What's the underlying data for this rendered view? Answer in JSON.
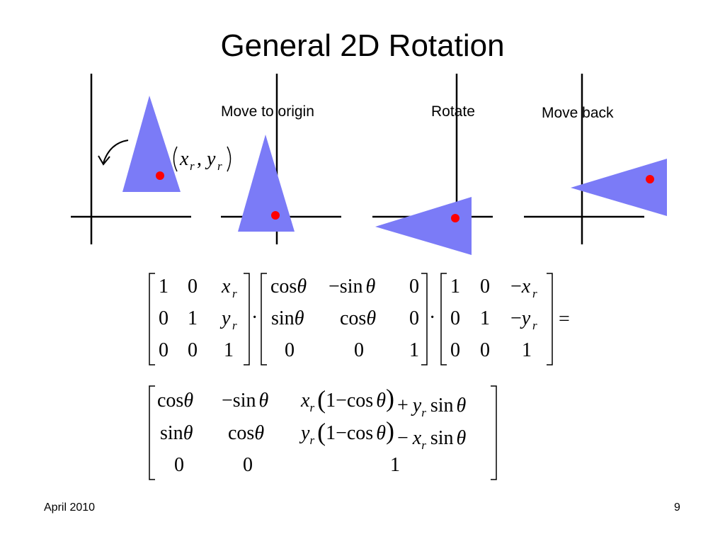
{
  "title": "General 2D Rotation",
  "captions": {
    "move_to_origin": "Move to origin",
    "rotate": "Rotate",
    "move_back": "Move back"
  },
  "pivot_label": {
    "x": "x",
    "y": "y",
    "sub": "r",
    "comma": ","
  },
  "math": {
    "times": "·",
    "equals": "=",
    "theta": "θ",
    "cos": "cos",
    "sin": "sin",
    "minus": "−",
    "plus": "+",
    "one": "1",
    "zero": "0"
  },
  "footer": {
    "date": "April 2010",
    "page": "9"
  },
  "colors": {
    "triangle": "#7b7bf7",
    "pivot": "#ff0000",
    "axis": "#000000"
  }
}
